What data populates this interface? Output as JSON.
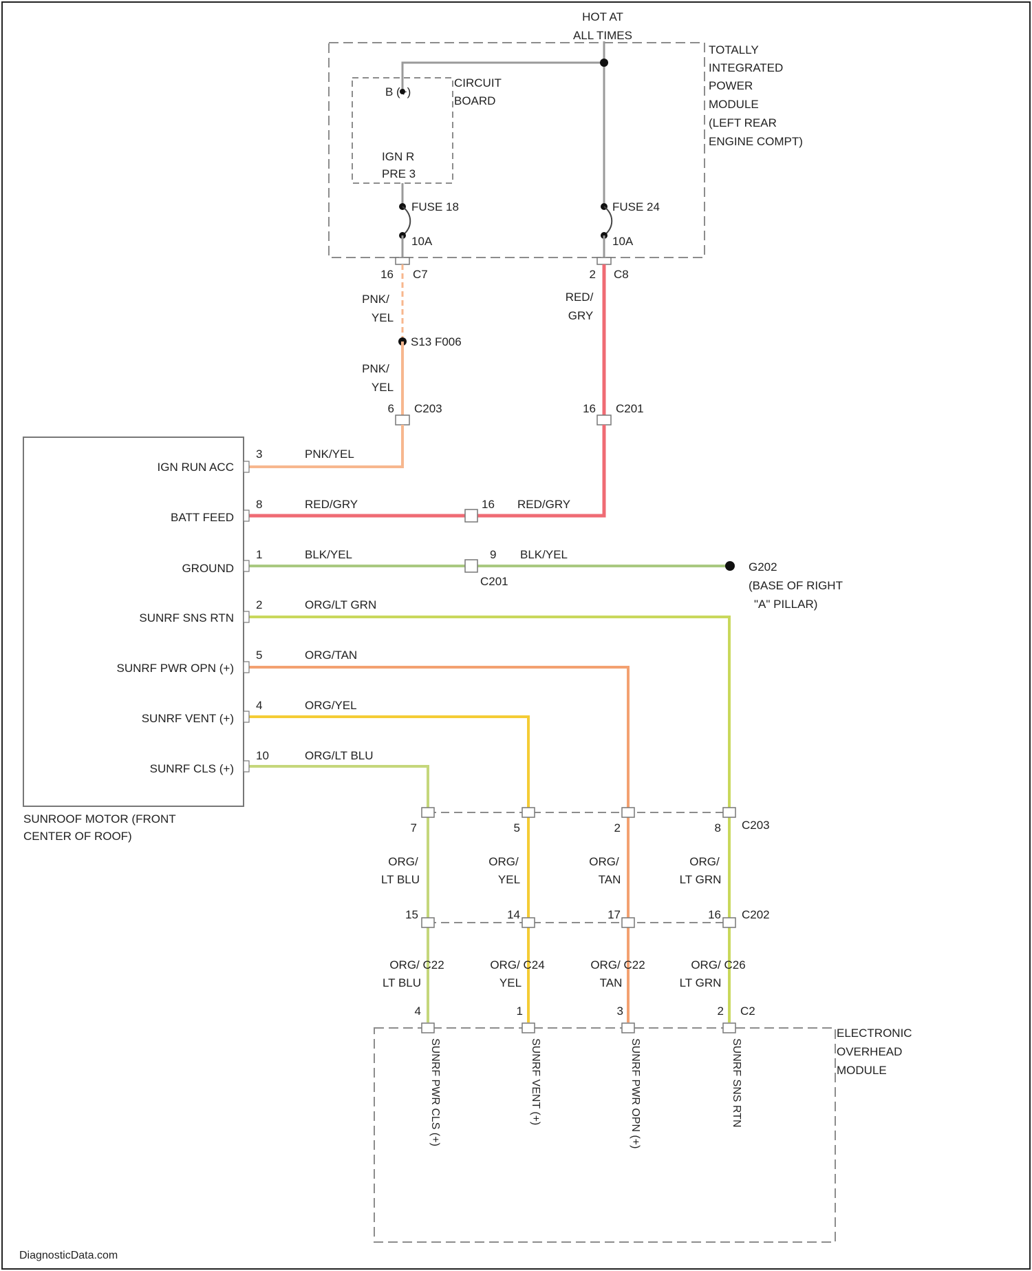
{
  "colors": {
    "frame": "#222222",
    "dashed": "#8c8c8c",
    "gray_wire": "#9a9a9a",
    "pnk_yel": "#f7b78e",
    "red_gry": "#ef6b74",
    "blk_yel": "#a9c980",
    "org_lt_grn": "#c9d85c",
    "org_tan": "#f3a171",
    "org_yel": "#f4cc35",
    "org_lt_blu": "#c5d77c"
  },
  "power_source": {
    "hot_at_line1": "HOT AT",
    "hot_at_line2": "ALL TIMES"
  },
  "tipm": {
    "label": [
      "TOTALLY",
      "INTEGRATED",
      "POWER",
      "MODULE",
      "(LEFT REAR",
      "ENGINE COMPT)"
    ],
    "circuit_board_label": [
      "CIRCUIT",
      "BOARD"
    ],
    "b_plus": "B (+)",
    "relay": [
      "IGN R",
      "PRE 3"
    ],
    "fuse_left": {
      "name": "FUSE 18",
      "rating": "10A"
    },
    "fuse_right": {
      "name": "FUSE 24",
      "rating": "10A"
    },
    "conn_left": {
      "pin": "16",
      "name": "C7"
    },
    "conn_right": {
      "pin": "2",
      "name": "C8"
    }
  },
  "wires": {
    "pnk_yel_top": [
      "PNK/",
      "YEL"
    ],
    "pnk_yel_mid": [
      "PNK/",
      "YEL"
    ],
    "red_gry": [
      "RED/",
      "GRY"
    ],
    "splice_label": "S13 F006"
  },
  "connectors": {
    "c203_top": {
      "pin": "6",
      "name": "C203"
    },
    "c201_top": {
      "pin": "16",
      "name": "C201"
    },
    "c201_mid": {
      "pin": "16"
    },
    "c201_low": {
      "pin": "9",
      "name": "C201"
    }
  },
  "motor": {
    "label": [
      "SUNROOF MOTOR (FRONT",
      "CENTER OF ROOF)"
    ],
    "pins": [
      {
        "name": "IGN RUN ACC",
        "num": "3",
        "wire": "PNK/YEL"
      },
      {
        "name": "BATT FEED",
        "num": "8",
        "wire": "RED/GRY"
      },
      {
        "name": "GROUND",
        "num": "1",
        "wire": "BLK/YEL"
      },
      {
        "name": "SUNRF SNS RTN",
        "num": "2",
        "wire": "ORG/LT GRN"
      },
      {
        "name": "SUNRF PWR OPN (+)",
        "num": "5",
        "wire": "ORG/TAN"
      },
      {
        "name": "SUNRF VENT (+)",
        "num": "4",
        "wire": "ORG/YEL"
      },
      {
        "name": "SUNRF CLS (+)",
        "num": "10",
        "wire": "ORG/LT BLU"
      }
    ],
    "bus_batt_pin": "16",
    "bus_batt_wire": "RED/GRY",
    "bus_gnd_pin": "9",
    "bus_gnd_wire": "BLK/YEL"
  },
  "ground": {
    "name": "G202",
    "location": [
      "(BASE OF RIGHT",
      "\"A\" PILLAR)"
    ]
  },
  "lower": {
    "c203": {
      "name": "C203",
      "pins": [
        "7",
        "5",
        "2",
        "8"
      ]
    },
    "c202": {
      "name": "C202",
      "pins": [
        "15",
        "14",
        "17",
        "16"
      ]
    },
    "wires_upper": [
      [
        "ORG/",
        "LT BLU"
      ],
      [
        "ORG/",
        "YEL"
      ],
      [
        "ORG/",
        "TAN"
      ],
      [
        "ORG/",
        "LT GRN"
      ]
    ],
    "wires_lower": [
      [
        "ORG/ C22",
        "LT BLU"
      ],
      [
        "ORG/ C24",
        "YEL"
      ],
      [
        "ORG/ C22",
        "TAN"
      ],
      [
        "ORG/ C26",
        "LT GRN"
      ]
    ],
    "c2": {
      "name": "C2",
      "pins": [
        "4",
        "1",
        "3",
        "2"
      ]
    }
  },
  "eom": {
    "label": [
      "ELECTRONIC",
      "OVERHEAD",
      "MODULE"
    ],
    "pins": [
      "SUNRF PWR CLS (+)",
      "SUNRF VENT (+)",
      "SUNRF PWR OPN (+)",
      "SUNRF SNS RTN"
    ]
  },
  "footer": "DiagnosticData.com"
}
